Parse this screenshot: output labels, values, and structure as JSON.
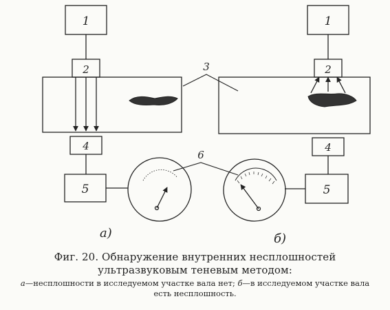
{
  "diagram": {
    "labels": {
      "generator": "1",
      "emitter": "2",
      "shaft": "3",
      "receiver": "4",
      "amplifier": "5",
      "meters": "6"
    },
    "subfig_a": "а)",
    "subfig_b": "б)"
  },
  "caption": {
    "title_line1": "Фиг. 20. Обнаружение внутренних несплошностей",
    "title_line2": "ультразвуковым теневым методом:",
    "note_a_mark": "а",
    "note_a_text": "—несплошности в исследуемом участке вала нет;",
    "note_b_mark": "б",
    "note_b_text": "—в исследуемом участке вала есть несплошность."
  }
}
